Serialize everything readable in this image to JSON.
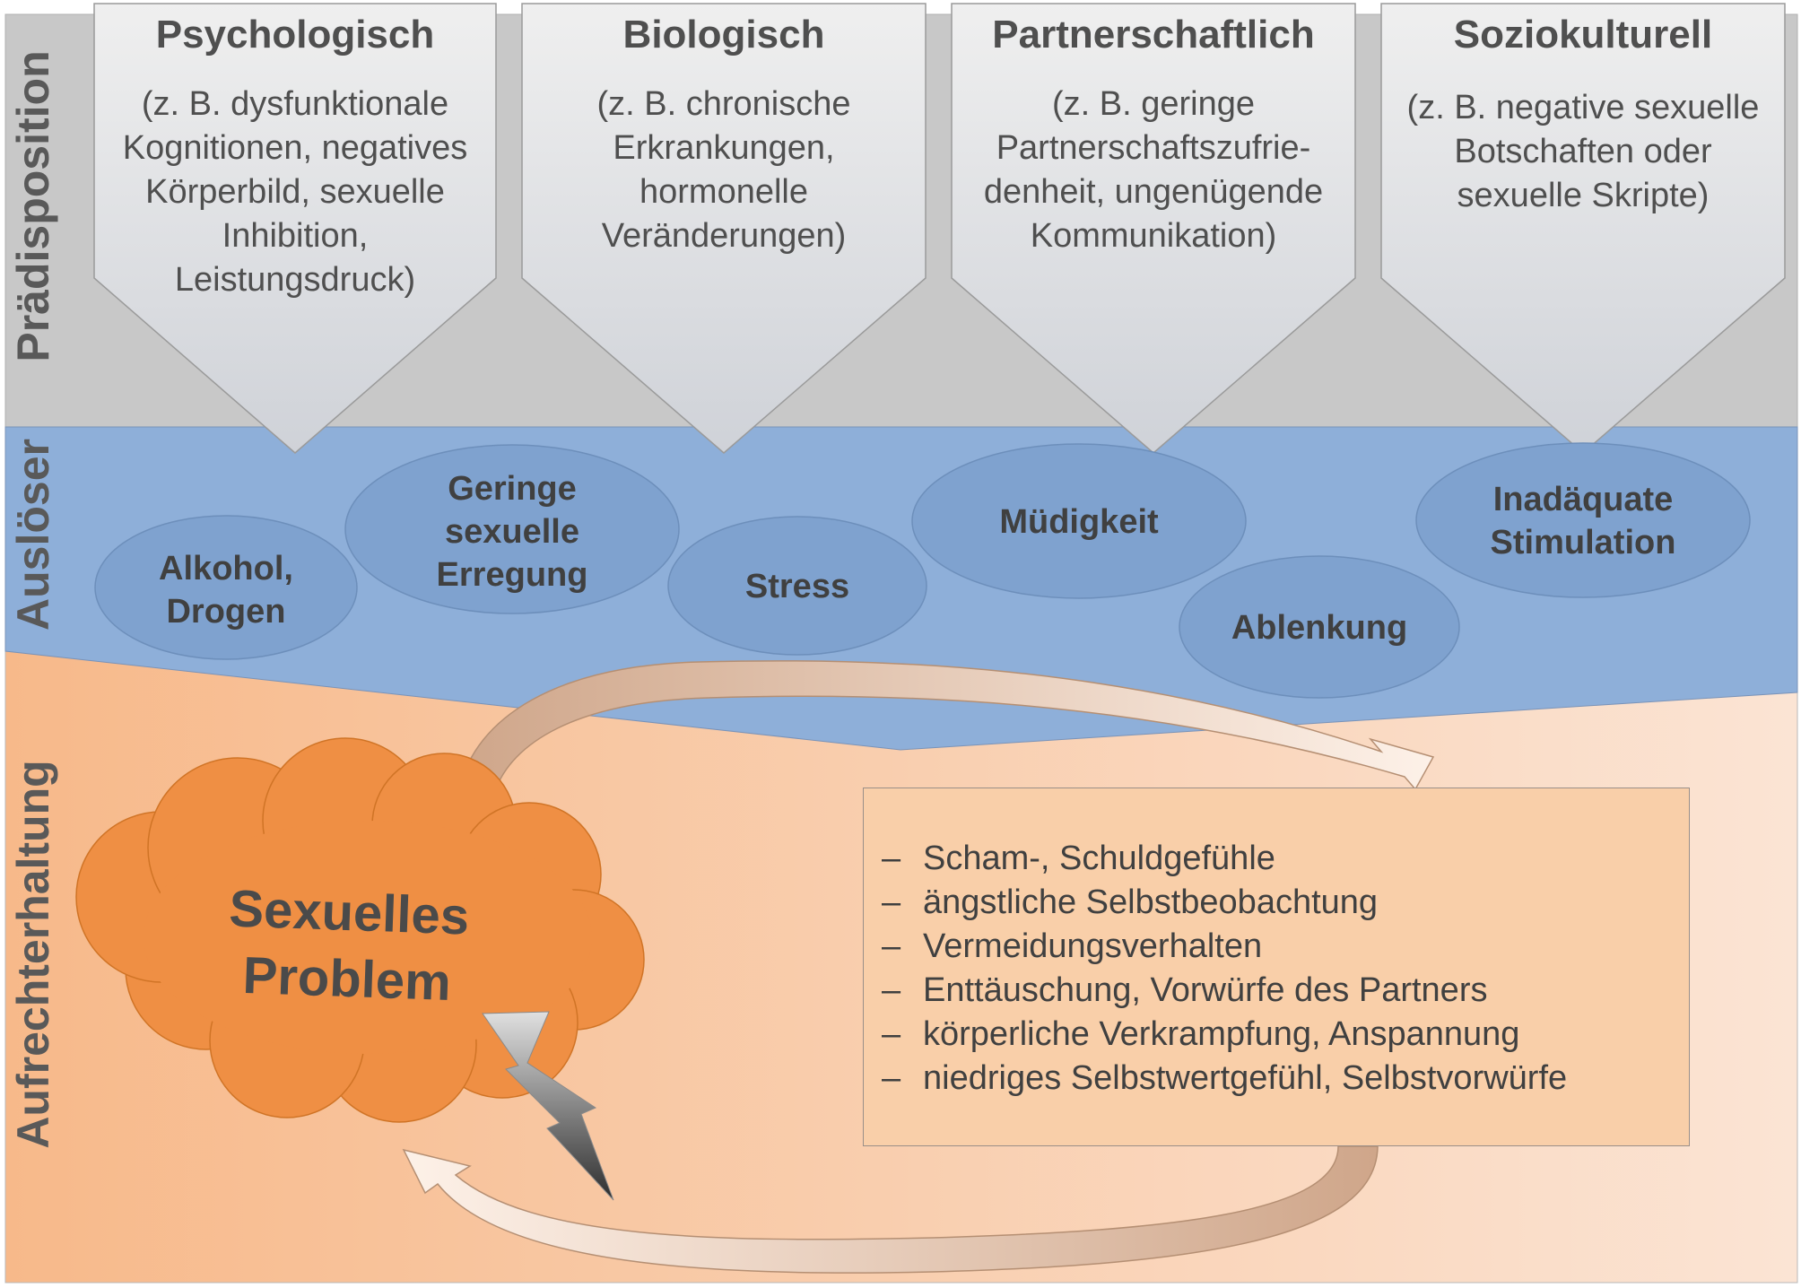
{
  "bands": {
    "predisposition": "Prädisposition",
    "triggers": "Auslöser",
    "maintenance": "Aufrechterhaltung"
  },
  "predisposition_columns": [
    {
      "title": "Psychologisch",
      "description": "(z. B. dysfunktionale\nKognitionen, negatives\nKörperbild, sexuelle\nInhibition,\nLeistungsdruck)"
    },
    {
      "title": "Biologisch",
      "description": "(z. B. chronische\nErkrankungen,\nhormonelle\nVeränderungen)"
    },
    {
      "title": "Partnerschaftlich",
      "description": "(z. B. geringe\nPartnerschaftszufrie-\ndenheit, ungenügende\nKommunikation)"
    },
    {
      "title": "Soziokulturell",
      "description": "(z. B. negative sexuelle\nBotschaften oder\nsexuelle Skripte)"
    }
  ],
  "triggers": [
    "Alkohol,\nDrogen",
    "Geringe\nsexuelle\nErregung",
    "Stress",
    "Müdigkeit",
    "Ablenkung",
    "Inadäquate\nStimulation"
  ],
  "problem": "Sexuelles\nProblem",
  "maintenance_factors": [
    "Scham-, Schuldgefühle",
    "ängstliche Selbstbeobachtung",
    "Vermeidungsverhalten",
    "Enttäuschung, Vorwürfe des Partners",
    "körperliche Verkrampfung, Anspannung",
    "niedriges Selbstwertgefühl, Selbstvorwürfe"
  ],
  "bullet": "–",
  "colors": {
    "predisposition_band": "#c8c8c8",
    "trigger_band": "#8eafd9",
    "trigger_ellipse": "#7fa2cf",
    "maintenance_band_start": "#f7b98a",
    "maintenance_band_end": "#fbe4d4",
    "cloud": "#ef8f44",
    "text": "#4f4f4f"
  },
  "icons": [
    "lightning-bolt-icon",
    "cycle-arrow-top-icon",
    "cycle-arrow-bottom-icon"
  ]
}
